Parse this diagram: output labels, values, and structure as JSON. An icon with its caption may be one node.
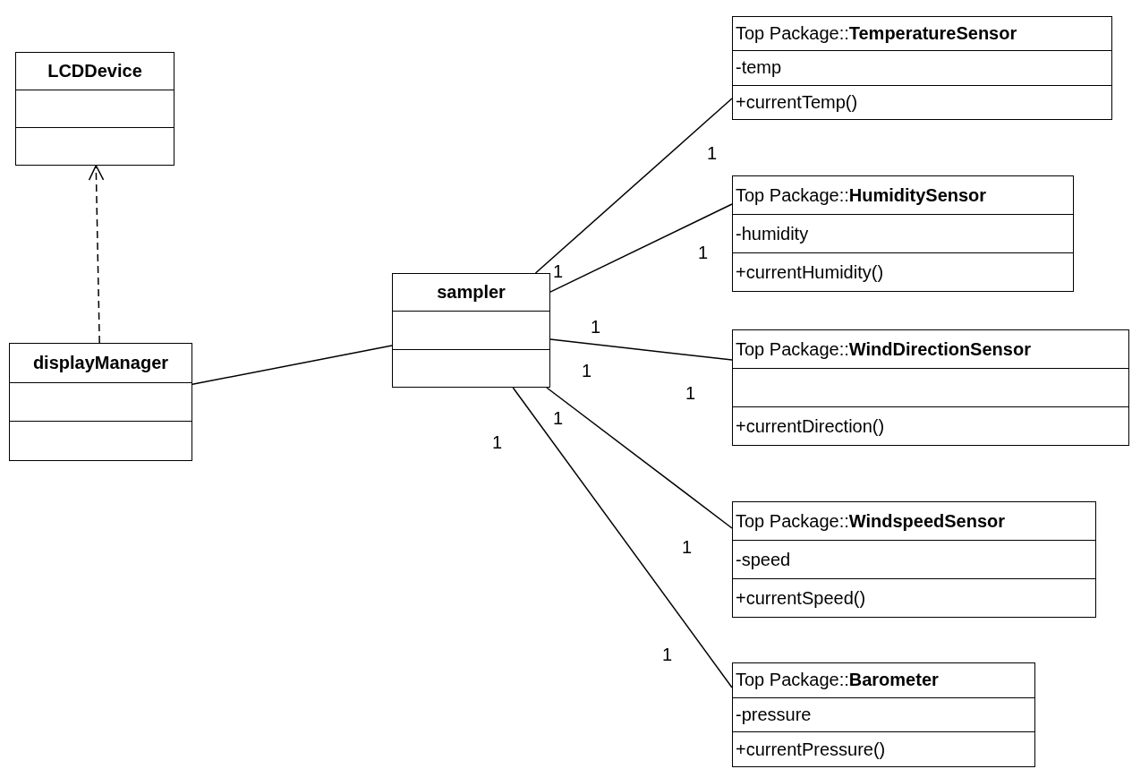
{
  "diagram": {
    "nodes": [
      {
        "text": [
          "LCDDevice"
        ]
      },
      {
        "text": [
          "Top Package::**TemperatureSensor**",
          "-temp",
          "+currentTemp()"
        ]
      },
      {
        "text": [
          "Top Package::**HumiditySensor**",
          "-humidity",
          "+currentHumidity()"
        ]
      },
      {
        "text": [
          "sampler"
        ]
      },
      {
        "text": [
          "displayManager"
        ]
      },
      {
        "text": [
          "Top Package::**WindDirectionSensor**",
          "+currentDirection()"
        ]
      },
      {
        "text": [
          "Top Package::**WindspeedSensor**",
          "-speed",
          "+currentSpeed()"
        ]
      },
      {
        "text": [
          "Top Package::**Barometer**",
          "-pressure",
          "+currentPressure()"
        ]
      }
    ],
    "edges": [
      {
        "from": 4,
        "to": 0,
        "arrow": "to",
        "style": "dashed"
      },
      {
        "from": 4,
        "to": 3,
        "arrow": "none"
      },
      {
        "from": 3,
        "to": 1,
        "arrow": "none"
      },
      {
        "from": 3,
        "to": 2,
        "arrow": "none"
      },
      {
        "from": 3,
        "to": 5,
        "arrow": "none"
      },
      {
        "from": 3,
        "to": 6,
        "arrow": "none"
      },
      {
        "from": 3,
        "to": 7,
        "arrow": "none"
      }
    ],
    "labels": [
      "1",
      "1",
      "1",
      "1",
      "1",
      "1",
      "1",
      "1",
      "1",
      "1"
    ]
  }
}
